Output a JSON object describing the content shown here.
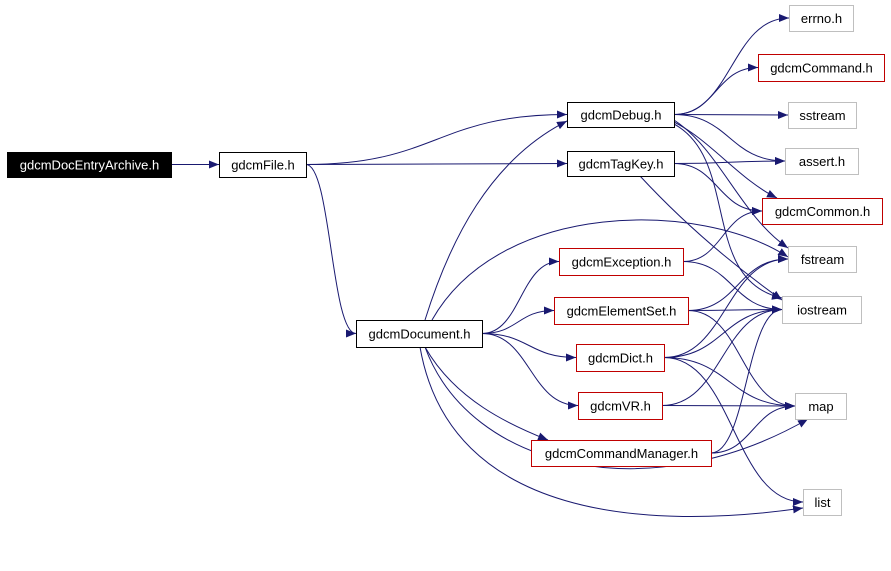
{
  "colors": {
    "edge": "#191970",
    "root_fill": "#000000",
    "root_text": "#ffffff",
    "normal_border": "#000000",
    "red_border": "#c00000",
    "gray_border": "#bfbfbf",
    "text": "#000000"
  },
  "nodes": [
    {
      "id": "gdcmDocEntryArchive",
      "label": "gdcmDocEntryArchive.h",
      "style": "root"
    },
    {
      "id": "gdcmFile",
      "label": "gdcmFile.h",
      "style": "normal"
    },
    {
      "id": "gdcmDocument",
      "label": "gdcmDocument.h",
      "style": "normal"
    },
    {
      "id": "gdcmDebug",
      "label": "gdcmDebug.h",
      "style": "normal"
    },
    {
      "id": "gdcmTagKey",
      "label": "gdcmTagKey.h",
      "style": "normal"
    },
    {
      "id": "gdcmException",
      "label": "gdcmException.h",
      "style": "red"
    },
    {
      "id": "gdcmElementSet",
      "label": "gdcmElementSet.h",
      "style": "red"
    },
    {
      "id": "gdcmDict",
      "label": "gdcmDict.h",
      "style": "red"
    },
    {
      "id": "gdcmVR",
      "label": "gdcmVR.h",
      "style": "red"
    },
    {
      "id": "gdcmCommandManager",
      "label": "gdcmCommandManager.h",
      "style": "red"
    },
    {
      "id": "errno",
      "label": "errno.h",
      "style": "gray"
    },
    {
      "id": "gdcmCommand",
      "label": "gdcmCommand.h",
      "style": "red"
    },
    {
      "id": "sstream",
      "label": "sstream",
      "style": "gray"
    },
    {
      "id": "assert",
      "label": "assert.h",
      "style": "gray"
    },
    {
      "id": "gdcmCommon",
      "label": "gdcmCommon.h",
      "style": "red"
    },
    {
      "id": "fstream",
      "label": "fstream",
      "style": "gray"
    },
    {
      "id": "iostream",
      "label": "iostream",
      "style": "gray"
    },
    {
      "id": "map",
      "label": "map",
      "style": "gray"
    },
    {
      "id": "list",
      "label": "list",
      "style": "gray"
    }
  ],
  "edges": [
    {
      "from": "gdcmDocEntryArchive",
      "to": "gdcmFile"
    },
    {
      "from": "gdcmFile",
      "to": "gdcmDebug"
    },
    {
      "from": "gdcmFile",
      "to": "gdcmTagKey"
    },
    {
      "from": "gdcmFile",
      "to": "gdcmDocument"
    },
    {
      "from": "gdcmDocument",
      "to": "gdcmDebug"
    },
    {
      "from": "gdcmDocument",
      "to": "gdcmException"
    },
    {
      "from": "gdcmDocument",
      "to": "gdcmElementSet"
    },
    {
      "from": "gdcmDocument",
      "to": "gdcmDict"
    },
    {
      "from": "gdcmDocument",
      "to": "gdcmVR"
    },
    {
      "from": "gdcmDocument",
      "to": "gdcmCommandManager"
    },
    {
      "from": "gdcmDocument",
      "to": "fstream"
    },
    {
      "from": "gdcmDocument",
      "to": "map"
    },
    {
      "from": "gdcmDocument",
      "to": "list"
    },
    {
      "from": "gdcmDebug",
      "to": "errno"
    },
    {
      "from": "gdcmDebug",
      "to": "gdcmCommand"
    },
    {
      "from": "gdcmDebug",
      "to": "sstream"
    },
    {
      "from": "gdcmDebug",
      "to": "assert"
    },
    {
      "from": "gdcmDebug",
      "to": "gdcmCommon"
    },
    {
      "from": "gdcmDebug",
      "to": "fstream"
    },
    {
      "from": "gdcmDebug",
      "to": "iostream"
    },
    {
      "from": "gdcmTagKey",
      "to": "assert"
    },
    {
      "from": "gdcmTagKey",
      "to": "gdcmCommon"
    },
    {
      "from": "gdcmTagKey",
      "to": "iostream"
    },
    {
      "from": "gdcmException",
      "to": "gdcmCommon"
    },
    {
      "from": "gdcmException",
      "to": "iostream"
    },
    {
      "from": "gdcmElementSet",
      "to": "fstream"
    },
    {
      "from": "gdcmElementSet",
      "to": "iostream"
    },
    {
      "from": "gdcmElementSet",
      "to": "map"
    },
    {
      "from": "gdcmDict",
      "to": "fstream"
    },
    {
      "from": "gdcmDict",
      "to": "iostream"
    },
    {
      "from": "gdcmDict",
      "to": "map"
    },
    {
      "from": "gdcmDict",
      "to": "list"
    },
    {
      "from": "gdcmVR",
      "to": "iostream"
    },
    {
      "from": "gdcmVR",
      "to": "map"
    },
    {
      "from": "gdcmCommandManager",
      "to": "iostream"
    },
    {
      "from": "gdcmCommandManager",
      "to": "map"
    }
  ]
}
